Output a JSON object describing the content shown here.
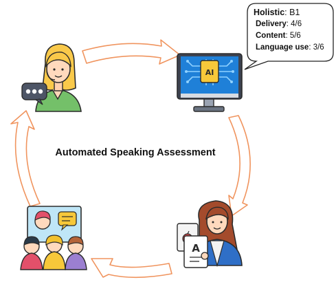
{
  "diagram": {
    "center_label": "Automated Speaking Assessment",
    "score_bubble": {
      "rows": [
        {
          "key": "Holistic",
          "value": "B1"
        },
        {
          "key": "Delivery",
          "value": "4/6"
        },
        {
          "key": "Content",
          "value": "5/6"
        },
        {
          "key": "Language use",
          "value": "3/6"
        }
      ]
    },
    "nodes": [
      {
        "id": "speaker",
        "icon": "woman-speaking-icon"
      },
      {
        "id": "ai",
        "icon": "ai-chip-monitor-icon"
      },
      {
        "id": "teacher",
        "icon": "teacher-feedback-icon"
      },
      {
        "id": "group",
        "icon": "group-discussion-icon"
      }
    ],
    "colors": {
      "arrow_stroke": "#f0945e",
      "monitor_screen": "#1f80d8",
      "chip": "#f7c83a"
    }
  }
}
